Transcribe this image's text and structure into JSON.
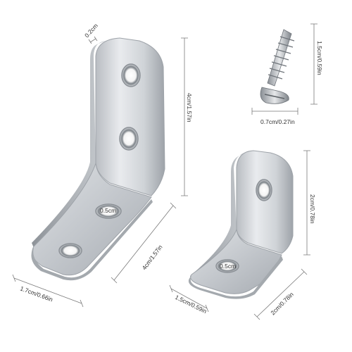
{
  "dimensions": {
    "large_thickness": "0.2cm",
    "large_height": "4cm/1.57in",
    "large_hole": "0.5cm",
    "large_length": "4cm/1.57in",
    "large_width": "1.7cm/0.66in",
    "screw_length": "1.5cm/0.59in",
    "screw_width": "0.7cm/0.27in",
    "small_height": "2cm/0.78in",
    "small_hole": "0.5cm",
    "small_width": "1.5cm/0.59in",
    "small_length": "2cm/0.78in"
  }
}
